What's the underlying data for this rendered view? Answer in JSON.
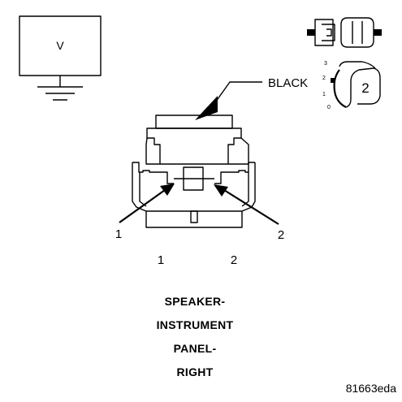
{
  "voltmeter": {
    "symbol": "V"
  },
  "connector": {
    "color_label": "BLACK",
    "inset_cavities": [
      "3",
      "2",
      "1",
      "0"
    ],
    "inset_number": "2",
    "callouts": [
      "1",
      "2"
    ],
    "pins": [
      "1",
      "2"
    ]
  },
  "title_lines": [
    "SPEAKER-",
    "INSTRUMENT",
    "PANEL-",
    "RIGHT"
  ],
  "figure_id": "81663eda"
}
